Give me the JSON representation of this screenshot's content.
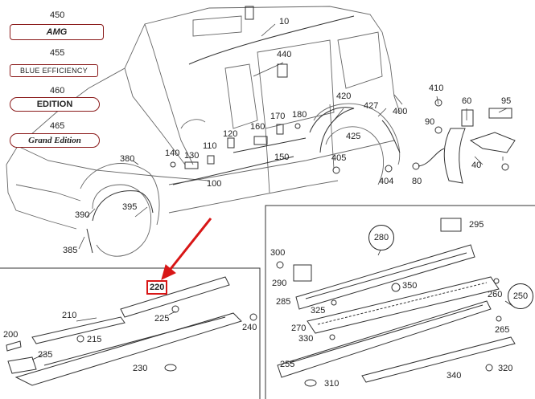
{
  "badges": {
    "b450": "AMG",
    "b455": "BLUE EFFICIENCY",
    "b460": "EDITION",
    "b465": "Grand Edition"
  },
  "labels": {
    "l10": "10",
    "l40": "40",
    "l60": "60",
    "l80": "80",
    "l90": "90",
    "l95": "95",
    "l100": "100",
    "l110": "110",
    "l120": "120",
    "l130": "130",
    "l140": "140",
    "l150": "150",
    "l160": "160",
    "l170": "170",
    "l180": "180",
    "l200": "200",
    "l210": "210",
    "l215": "215",
    "l220": "220",
    "l225": "225",
    "l230": "230",
    "l235": "235",
    "l240": "240",
    "l250": "250",
    "l255": "255",
    "l260": "260",
    "l265": "265",
    "l270": "270",
    "l280": "280",
    "l285": "285",
    "l290": "290",
    "l295": "295",
    "l300": "300",
    "l310": "310",
    "l320": "320",
    "l325": "325",
    "l330": "330",
    "l340": "340",
    "l350": "350",
    "l380": "380",
    "l385": "385",
    "l390": "390",
    "l395": "395",
    "l400": "400",
    "l404": "404",
    "l405": "405",
    "l410": "410",
    "l420": "420",
    "l425": "425",
    "l427": "427",
    "l440": "440",
    "l450": "450",
    "l455": "455",
    "l460": "460",
    "l465": "465"
  },
  "colors": {
    "highlight": "#d81616",
    "badge_red": "#8a1a1a",
    "line": "#222222"
  }
}
